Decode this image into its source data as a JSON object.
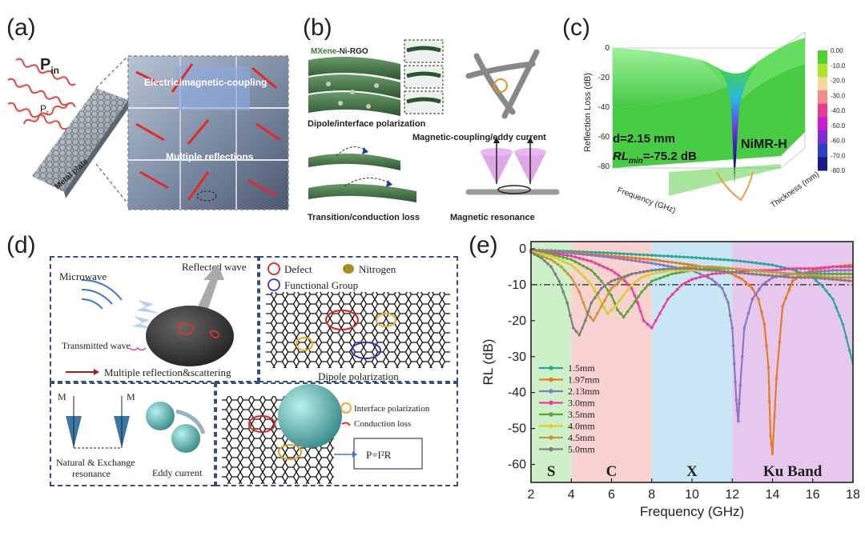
{
  "panels": {
    "a": {
      "label": "(a)",
      "pin_main": "P",
      "pin_sub": "in",
      "pr_main": "P",
      "pr_sub": "r",
      "metal_plate": "Metal plate",
      "coupling": "Electric/magnetic-coupling",
      "multiple": "Multiple reflections"
    },
    "b": {
      "label": "(b)",
      "material_1": "MXene",
      "material_2": "-Ni-",
      "material_3": "RGO",
      "dipole": "Dipole/interface polarization",
      "eddy": "Magnetic-coupling/eddy current",
      "transition": "Transition/conduction loss",
      "resonance": "Magnetic resonance"
    },
    "c": {
      "label": "(c)",
      "zlabel": "Reflection Loss (dB)",
      "xlabel": "Frequency (GHz)",
      "ylabel": "Thickness (mm)",
      "d_text": "d=2.15 mm",
      "rl_main": "RL",
      "rl_sub": "min",
      "rl_value": "=-75.2 dB",
      "sample": "NiMR-H",
      "z_ticks": [
        "0",
        "-20",
        "-40",
        "-60",
        "-80"
      ],
      "colorbar_ticks": [
        "0.00",
        "-10.0",
        "-20.0",
        "-30.0",
        "-40.0",
        "-50.0",
        "-60.0",
        "-70.0",
        "-80.0"
      ],
      "colorbar_colors": [
        "#4cd42c",
        "#a8e42a",
        "#f4d8a0",
        "#f08c90",
        "#ea3a8e",
        "#c81ed2",
        "#7a2cd8",
        "#2a40c8",
        "#1a1a8c"
      ]
    },
    "d": {
      "label": "(d)",
      "microwave": "Microwave",
      "reflected": "Reflected wave",
      "transmitted": "Transmitted wave",
      "multiple": "Multiple reflection&scattering",
      "defect": "Defect",
      "nitrogen": "Nitrogen",
      "functional": "Functional Group",
      "dipole": "Dipole polarization",
      "m1": "M",
      "m2": "M",
      "natural": "Natural & Exchange",
      "resonance": "resonance",
      "eddy": "Eddy current",
      "interface": "Interface polarization",
      "conduction": "Conduction loss",
      "formula": "P=I²R"
    }
  },
  "chart_data": {
    "type": "line",
    "panel_label": "(e)",
    "xlabel": "Frequency (GHz)",
    "ylabel": "RL (dB)",
    "xlim": [
      2,
      18
    ],
    "ylim": [
      -65,
      2
    ],
    "xticks": [
      2,
      4,
      6,
      8,
      10,
      12,
      14,
      16,
      18
    ],
    "yticks": [
      0,
      -10,
      -20,
      -30,
      -40,
      -50,
      -60
    ],
    "reference_line": -10,
    "bands": [
      {
        "name": "S",
        "from": 2,
        "to": 4,
        "color": "#cdf0c8"
      },
      {
        "name": "C",
        "from": 4,
        "to": 8,
        "color": "#f7d2d0"
      },
      {
        "name": "X",
        "from": 8,
        "to": 12,
        "color": "#c8e6f4"
      },
      {
        "name": "Ku Band",
        "from": 12,
        "to": 18,
        "color": "#e6c8ee"
      }
    ],
    "series": [
      {
        "name": "1.5mm",
        "color": "#2aa898",
        "x": [
          2,
          4,
          6,
          8,
          10,
          12,
          13,
          14,
          15,
          16,
          16.5,
          17,
          17.5,
          18
        ],
        "y": [
          -0.3,
          -0.7,
          -1.2,
          -1.8,
          -2.4,
          -3.2,
          -3.8,
          -4.5,
          -5.8,
          -8,
          -10.5,
          -14,
          -21,
          -32
        ]
      },
      {
        "name": "1.97mm",
        "color": "#e87a22",
        "x": [
          2,
          4,
          6,
          8,
          10,
          11,
          12,
          12.5,
          13,
          13.3,
          13.6,
          13.8,
          13.9,
          14,
          14.2,
          14.5,
          15,
          15.5,
          16,
          17,
          18
        ],
        "y": [
          -0.4,
          -1,
          -2,
          -3,
          -4.5,
          -5.5,
          -7,
          -8.5,
          -11,
          -14,
          -21,
          -33,
          -52,
          -57,
          -36,
          -16,
          -9,
          -7,
          -6,
          -5,
          -4.5
        ]
      },
      {
        "name": "2.13mm",
        "color": "#8a78c0",
        "x": [
          2,
          4,
          6,
          8,
          10,
          11,
          11.5,
          11.8,
          12,
          12.1,
          12.2,
          12.3,
          12.4,
          12.6,
          13,
          13.5,
          14,
          15,
          16,
          17,
          18
        ],
        "y": [
          -0.5,
          -1.2,
          -2.4,
          -4,
          -6,
          -8.5,
          -11,
          -15,
          -22,
          -32,
          -42,
          -48,
          -38,
          -22,
          -14,
          -10,
          -8,
          -7,
          -6.5,
          -6,
          -6
        ]
      },
      {
        "name": "3.0mm",
        "color": "#e8409a",
        "x": [
          2,
          3,
          4,
          5,
          6,
          6.5,
          7,
          7.3,
          7.6,
          8,
          8.4,
          8.8,
          9.5,
          10,
          11,
          12,
          13,
          14,
          15,
          16,
          17,
          18
        ],
        "y": [
          -0.5,
          -1.2,
          -2,
          -3.5,
          -6,
          -8,
          -11,
          -15,
          -20,
          -22,
          -18,
          -14,
          -10,
          -8.5,
          -7,
          -6.5,
          -6,
          -6,
          -5.5,
          -5.5,
          -5,
          -5
        ]
      },
      {
        "name": "3.5mm",
        "color": "#58a838",
        "x": [
          2,
          3,
          4,
          5,
          5.5,
          6,
          6.3,
          6.6,
          7,
          7.5,
          8,
          9,
          10,
          11,
          12,
          13,
          14,
          15,
          16,
          17,
          18
        ],
        "y": [
          -0.6,
          -1.5,
          -3,
          -6,
          -9,
          -13,
          -17,
          -19,
          -16,
          -12,
          -9,
          -7,
          -6,
          -5.5,
          -5.5,
          -6,
          -6.5,
          -7,
          -7,
          -7,
          -7
        ]
      },
      {
        "name": "4.0mm",
        "color": "#d8d028",
        "x": [
          2,
          3,
          4,
          4.5,
          5,
          5.5,
          5.8,
          6.2,
          6.6,
          7,
          7.5,
          8,
          9,
          10,
          11,
          12,
          13,
          14,
          15,
          16,
          17,
          18
        ],
        "y": [
          -0.8,
          -2,
          -4.5,
          -7,
          -10,
          -15,
          -18,
          -16,
          -13,
          -10,
          -8,
          -7,
          -6,
          -6,
          -6,
          -6.5,
          -7,
          -7.5,
          -8,
          -8,
          -8,
          -8
        ]
      },
      {
        "name": "4.5mm",
        "color": "#c89838",
        "x": [
          2,
          3,
          3.5,
          4,
          4.4,
          4.8,
          5.1,
          5.5,
          6,
          6.5,
          7,
          8,
          9,
          10,
          11,
          12,
          13,
          14,
          15,
          16,
          17,
          18
        ],
        "y": [
          -1,
          -3,
          -5,
          -8,
          -12,
          -18,
          -20,
          -16,
          -11,
          -8.5,
          -7,
          -6,
          -5.5,
          -5,
          -5,
          -5.5,
          -6,
          -6.5,
          -7,
          -7.5,
          -8,
          -8
        ]
      },
      {
        "name": "5.0mm",
        "color": "#808080",
        "x": [
          2,
          2.5,
          3,
          3.4,
          3.8,
          4.1,
          4.4,
          4.7,
          5,
          5.5,
          6,
          6.5,
          7,
          8,
          9,
          10,
          11,
          12,
          13,
          14,
          15,
          16,
          17,
          18
        ],
        "y": [
          -1,
          -2.5,
          -5,
          -9,
          -15,
          -22,
          -24,
          -20,
          -15,
          -11,
          -9,
          -8,
          -7,
          -6,
          -5.5,
          -5.5,
          -6,
          -6.5,
          -7,
          -7.5,
          -8,
          -8,
          -8.5,
          -9
        ]
      }
    ]
  }
}
